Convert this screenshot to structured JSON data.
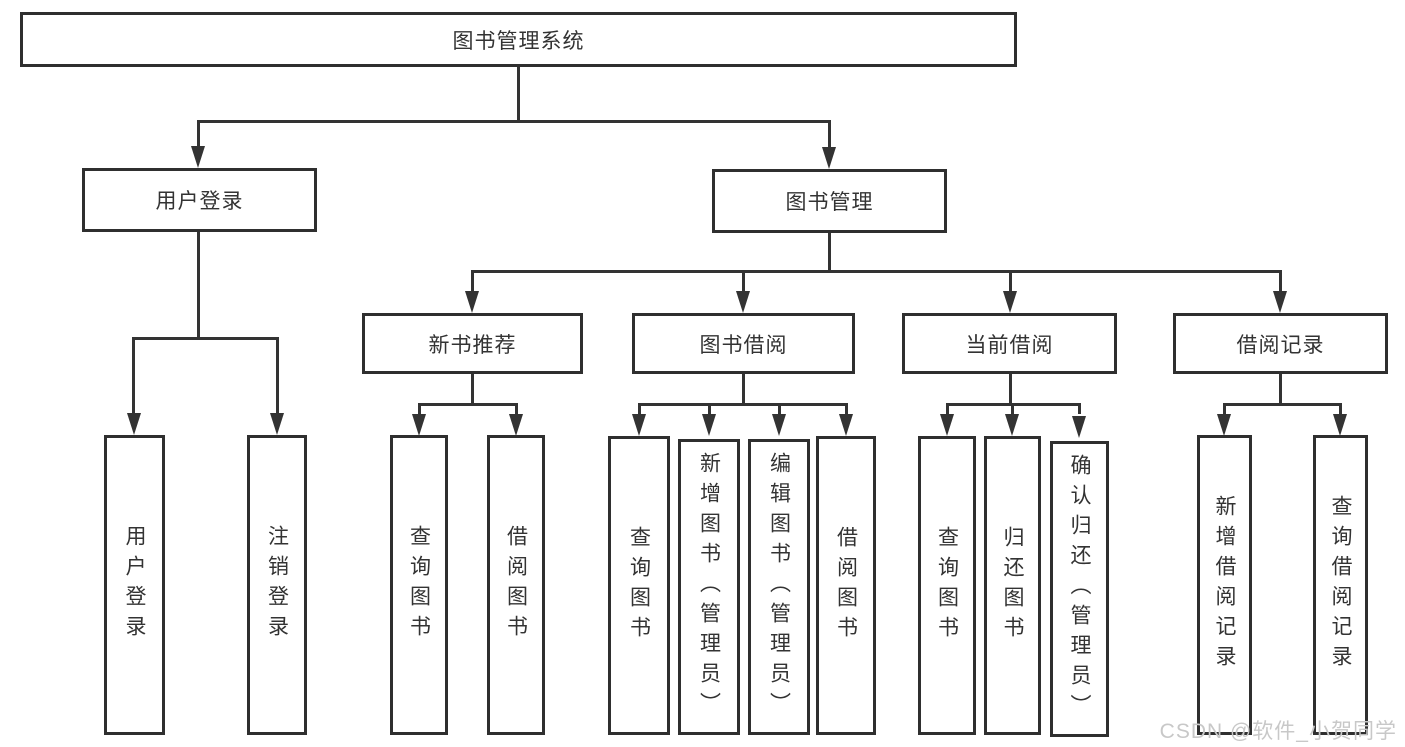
{
  "diagram": {
    "root": {
      "label": "图书管理系统"
    },
    "level2": [
      {
        "label": "用户登录"
      },
      {
        "label": "图书管理"
      }
    ],
    "level3": [
      {
        "label": "新书推荐"
      },
      {
        "label": "图书借阅"
      },
      {
        "label": "当前借阅"
      },
      {
        "label": "借阅记录"
      }
    ],
    "leaves": {
      "login_group": [
        {
          "label": "用户登录"
        },
        {
          "label": "注销登录"
        }
      ],
      "recommend_group": [
        {
          "label": "查询图书"
        },
        {
          "label": "借阅图书"
        }
      ],
      "borrow_group": [
        {
          "label": "查询图书"
        },
        {
          "label": "新增图书（管理员）"
        },
        {
          "label": "编辑图书（管理员）"
        },
        {
          "label": "借阅图书"
        }
      ],
      "current_group": [
        {
          "label": "查询图书"
        },
        {
          "label": "归还图书"
        },
        {
          "label": "确认归还（管理员）"
        }
      ],
      "record_group": [
        {
          "label": "新增借阅记录"
        },
        {
          "label": "查询借阅记录"
        }
      ]
    }
  },
  "colors": {
    "line": "#333333",
    "box_border": "#2f2f2f",
    "watermark": "#c8c8c8"
  },
  "watermark": {
    "text": "CSDN @软件_小贺同学"
  }
}
